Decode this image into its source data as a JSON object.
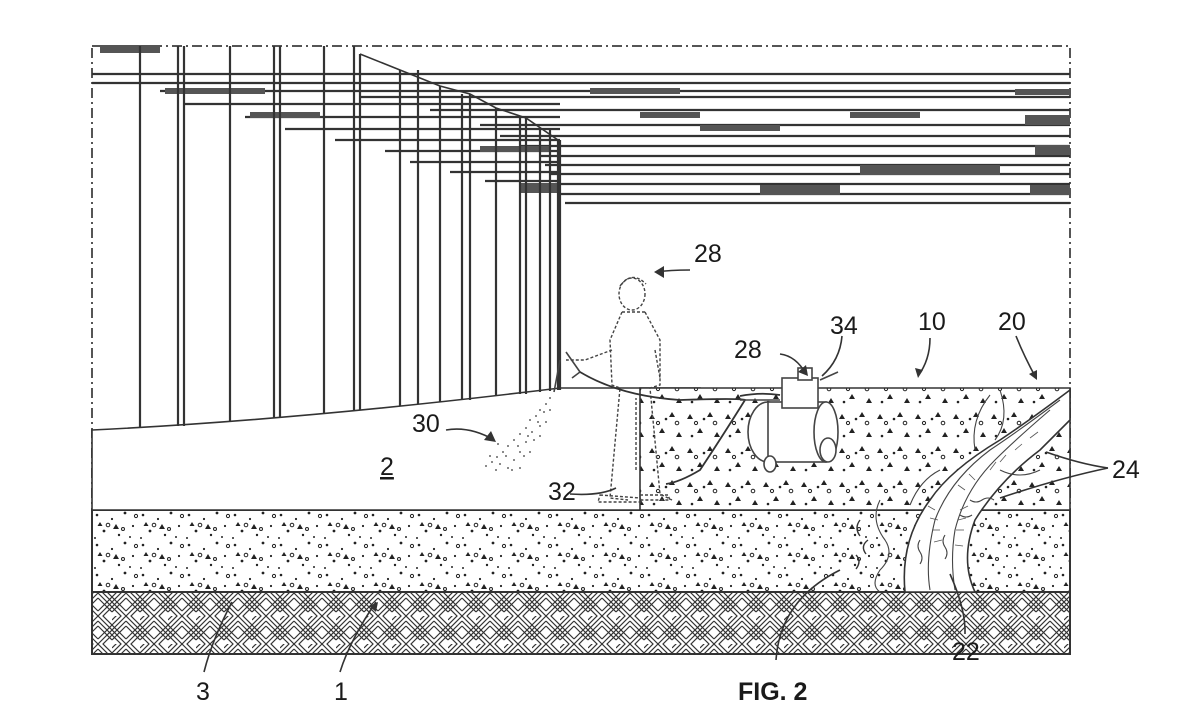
{
  "figure": {
    "caption": "FIG. 2",
    "reference_numerals": {
      "n1": "1",
      "n2": "2",
      "n3": "3",
      "n10": "10",
      "n20": "20",
      "n22": "22",
      "n24": "24",
      "n28_operator": "28",
      "n28_unit": "28",
      "n30": "30",
      "n32": "32",
      "n34": "34"
    }
  }
}
